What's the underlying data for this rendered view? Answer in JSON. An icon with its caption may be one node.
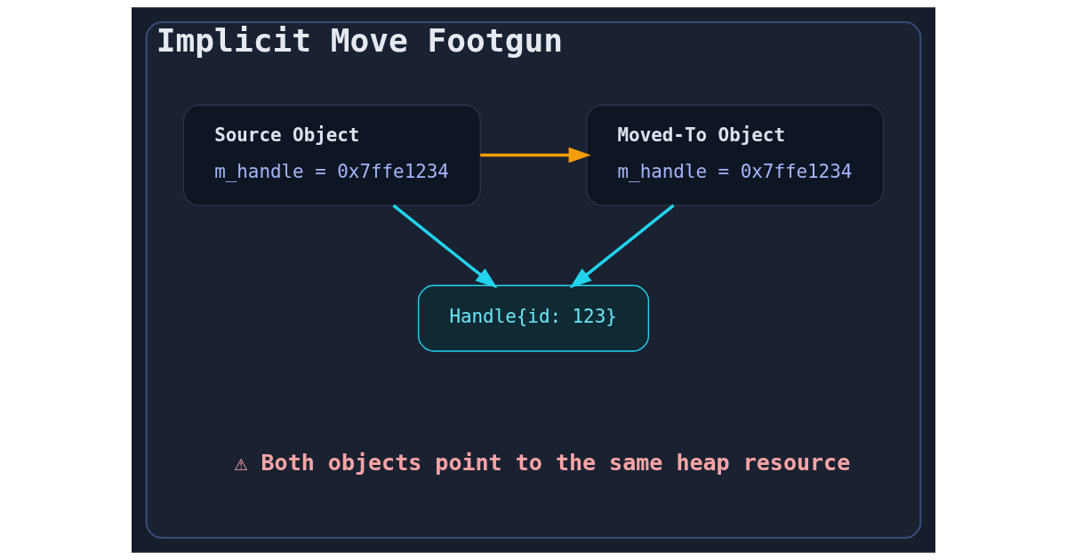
{
  "diagram": {
    "nodes": [
      {
        "text": [
          "Implicit Move Footgun"
        ]
      },
      {
        "text": [
          "Source Object",
          "m_handle = 0x7ffe1234"
        ],
        "in": 0
      },
      {
        "text": [
          "Moved-To Object",
          "m_handle = 0x7ffe1234"
        ],
        "in": 0
      },
      {
        "text": [
          "Handle{id: 123}"
        ],
        "in": 0
      }
    ],
    "edges": [
      {
        "from": 1,
        "to": 2,
        "arrow": "to",
        "color": "#f59e0b"
      },
      {
        "from": 1,
        "to": 3,
        "arrow": "to"
      },
      {
        "from": 2,
        "to": 3,
        "arrow": "to"
      }
    ],
    "labels": [
      "⚠ Both objects point to the same heap resource"
    ]
  }
}
